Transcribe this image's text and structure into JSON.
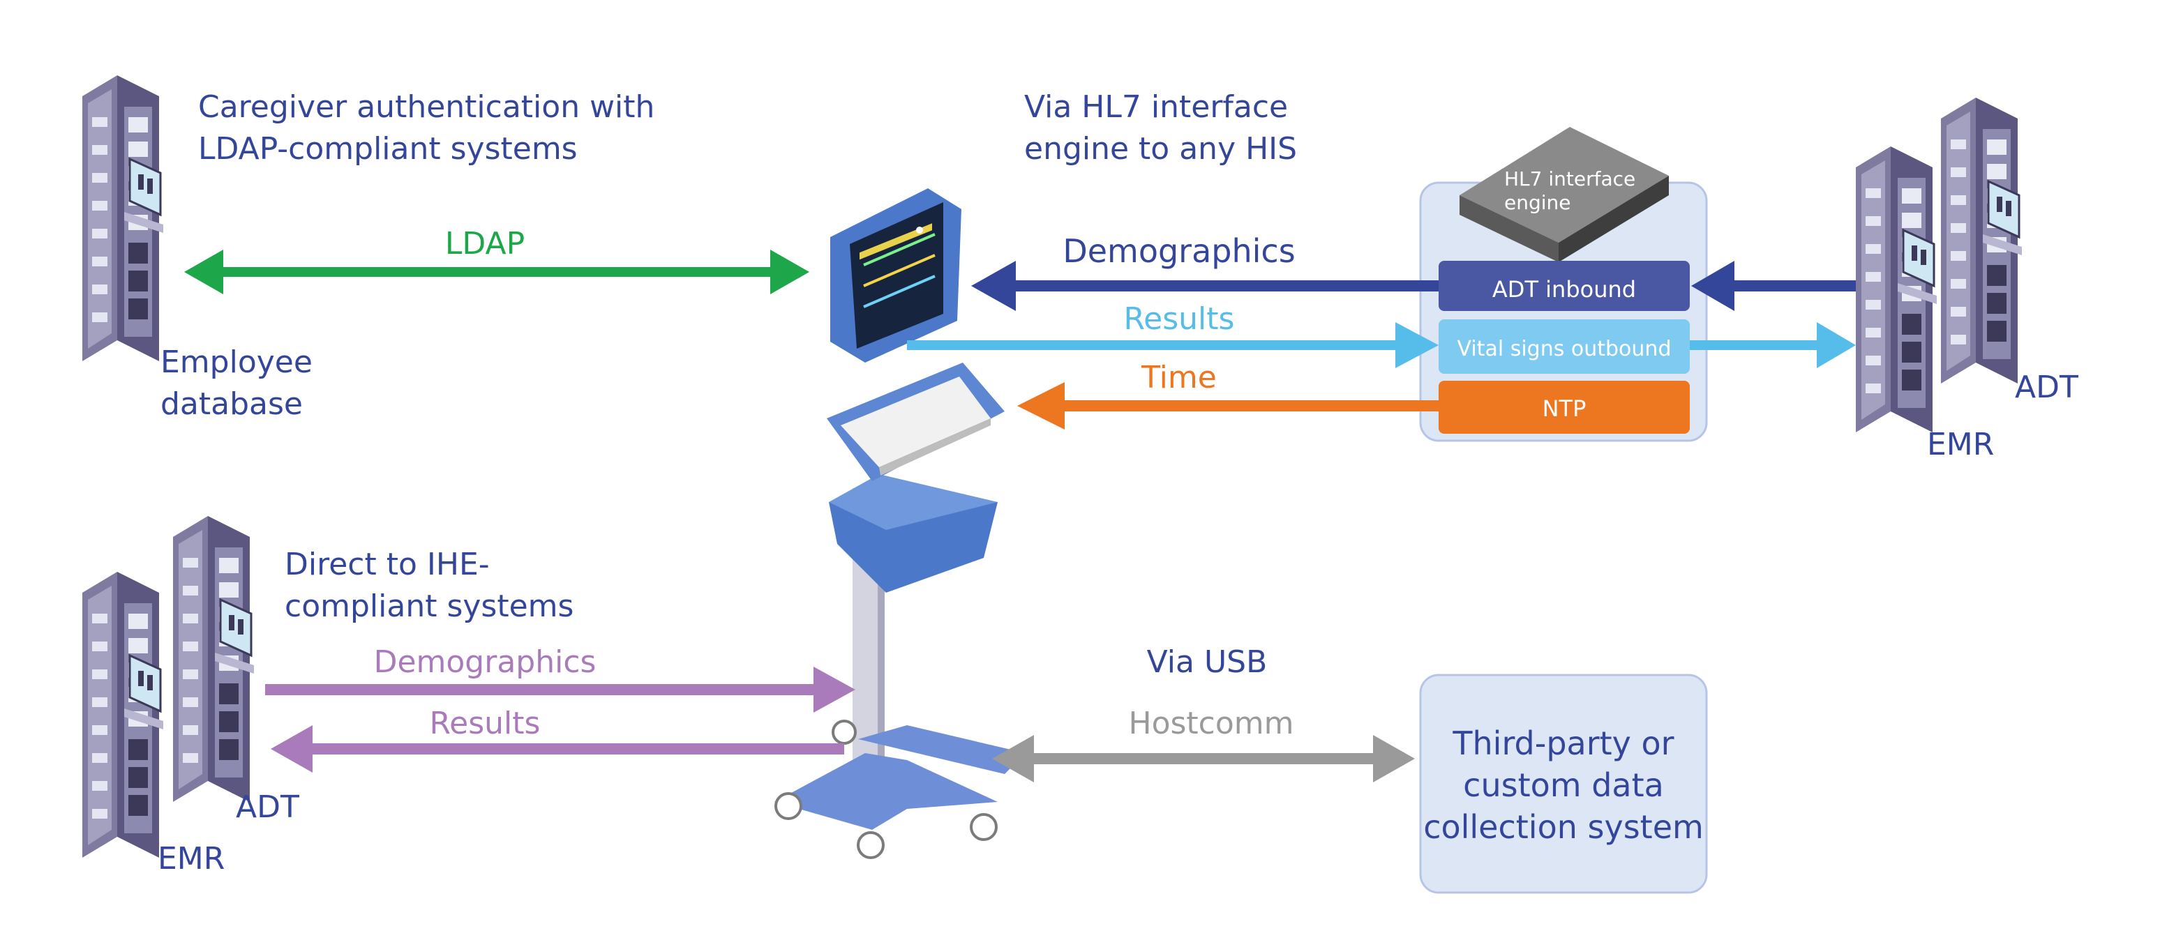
{
  "colors": {
    "navy": "#34469a",
    "ldap_green": "#1ea64a",
    "results_blue": "#56bce9",
    "time_orange": "#ed7620",
    "ihe_purple": "#a97bbb",
    "usb_gray": "#9a9a9a",
    "engine_panel": "#dde6f5",
    "adt_box": "#4a57a3",
    "vitals_box": "#7fcaf0",
    "ntp_box": "#ed7620",
    "rack_purple": "#6e6a8e"
  },
  "ldap": {
    "caption_line1": "Caregiver authentication with",
    "caption_line2": "LDAP-compliant systems",
    "link_label": "LDAP",
    "db_line1": "Employee",
    "db_line2": "database"
  },
  "hl7": {
    "caption_line1": "Via HL7 interface",
    "caption_line2": "engine to any HIS",
    "engine_line1": "HL7 interface",
    "engine_line2": "engine",
    "box_adt": "ADT inbound",
    "box_vitals": "Vital signs outbound",
    "box_ntp": "NTP",
    "flow_demographics": "Demographics",
    "flow_results": "Results",
    "flow_time": "Time",
    "server_adt": "ADT",
    "server_emr": "EMR"
  },
  "ihe": {
    "caption_line1": "Direct to IHE-",
    "caption_line2": "compliant systems",
    "flow_demographics": "Demographics",
    "flow_results": "Results",
    "server_adt": "ADT",
    "server_emr": "EMR"
  },
  "usb": {
    "caption": "Via USB",
    "link_label": "Hostcomm",
    "box_line1": "Third-party or",
    "box_line2": "custom data",
    "box_line3": "collection system"
  },
  "icons": [
    "server-rack-icon",
    "patient-monitor-icon",
    "interface-engine-icon"
  ]
}
